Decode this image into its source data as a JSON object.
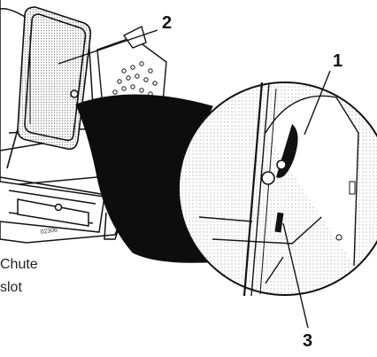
{
  "callouts": {
    "one": "1",
    "two": "2",
    "three": "3"
  },
  "legend": {
    "chute": "Chute",
    "slot": "slot"
  },
  "part_code": "02306"
}
